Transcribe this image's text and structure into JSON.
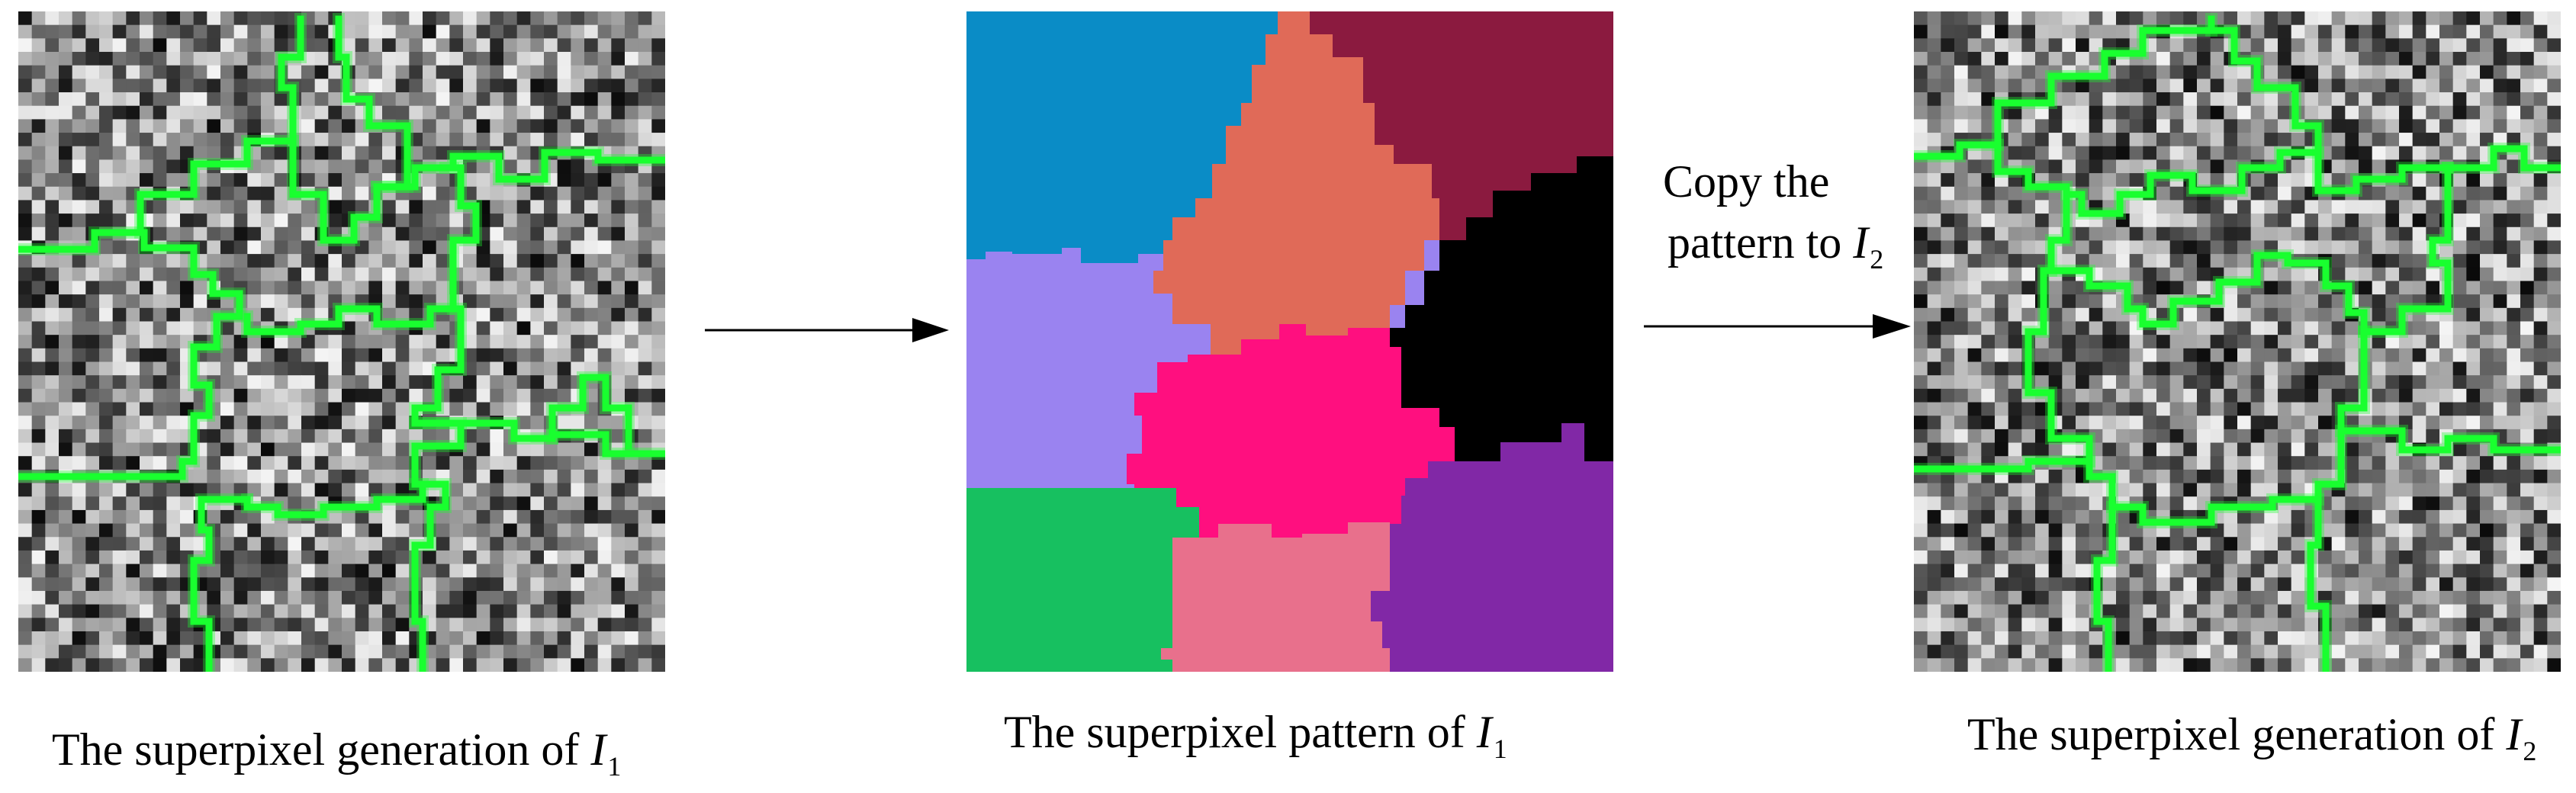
{
  "captions": {
    "left": {
      "text": "The superpixel generation of ",
      "var": "I",
      "sub": "1"
    },
    "middle": {
      "text": "The superpixel pattern of ",
      "var": "I",
      "sub": "1"
    },
    "right": {
      "text": "The superpixel generation of ",
      "var": "I",
      "sub": "2"
    }
  },
  "copy_note": {
    "line1": "Copy the",
    "line2": "pattern to ",
    "var": "I",
    "sub": "2"
  },
  "colors": {
    "boundary": "#19ff2f",
    "arrow": "#000000",
    "regions": {
      "top-left": "#0a8cc6",
      "top-center": "#e06a58",
      "top-right": "#8b1a3f",
      "middle-left": "#9a83f0",
      "center": "#ff0f7f",
      "right": "#000000",
      "bottom-left": "#17c060",
      "bottom-center": "#e8708c",
      "bottom-right": "#8128a6"
    }
  }
}
